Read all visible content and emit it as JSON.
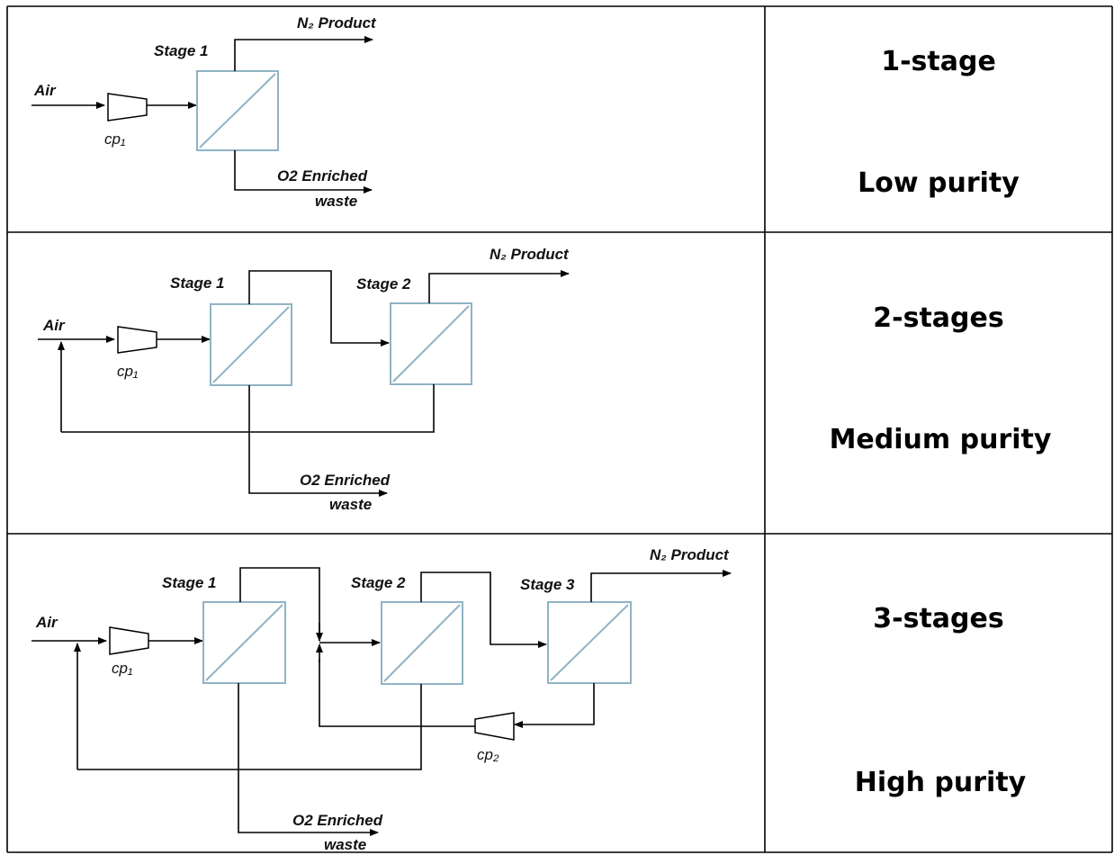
{
  "rows": [
    {
      "labels": {
        "air": "Air",
        "cp1": "cp₁",
        "stage1": "Stage 1",
        "n2_product": "N₂ Product",
        "o2_line1": "O2 Enriched",
        "o2_line2": "waste"
      },
      "stages_title": "1-stage",
      "purity": "Low purity"
    },
    {
      "labels": {
        "air": "Air",
        "cp1": "cp₁",
        "stage1": "Stage 1",
        "stage2": "Stage 2",
        "n2_product": "N₂ Product",
        "o2_line1": "O2 Enriched",
        "o2_line2": "waste"
      },
      "stages_title": "2-stages",
      "purity": "Medium purity"
    },
    {
      "labels": {
        "air": "Air",
        "cp1": "cp₁",
        "cp2": "cp₂",
        "stage1": "Stage 1",
        "stage2": "Stage 2",
        "stage3": "Stage 3",
        "n2_product": "N₂ Product",
        "o2_line1": "O2 Enriched",
        "o2_line2": "waste"
      },
      "stages_title": "3-stages",
      "purity": "High purity"
    }
  ],
  "colors": {
    "membrane_border": "#8fb3c4",
    "lines": "#000000",
    "background": "#ffffff"
  }
}
